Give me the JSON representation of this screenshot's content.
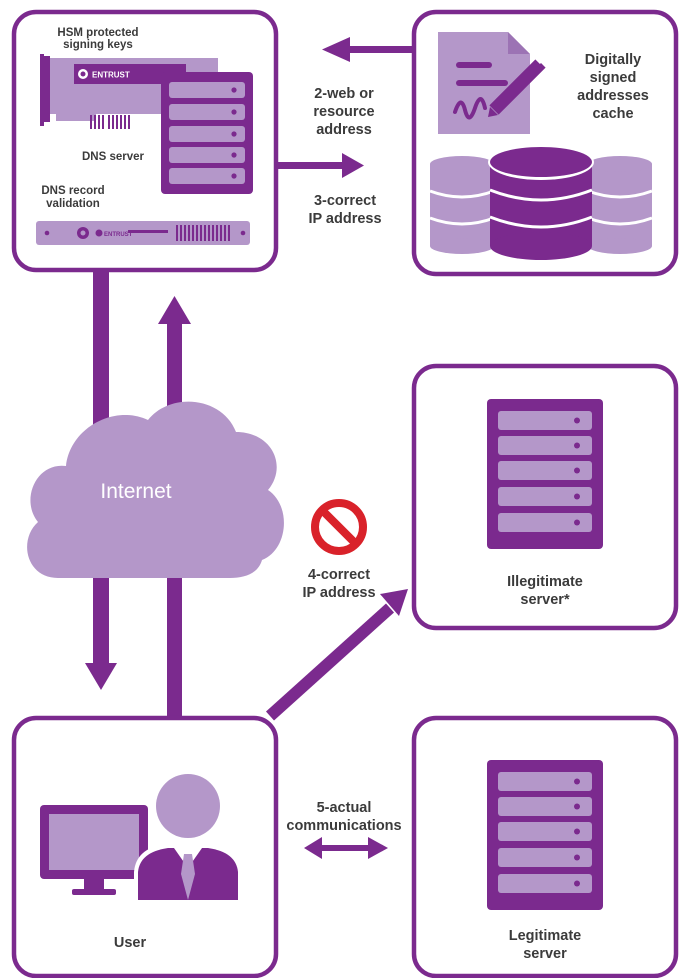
{
  "dns_box": {
    "hsm_label_line1": "HSM protected",
    "hsm_label_line2": "signing keys",
    "card_brand": "ENTRUST",
    "dns_server_label": "DNS server",
    "record_label_line1": "DNS record",
    "record_label_line2": "validation",
    "appliance_brand": "ENTRUST"
  },
  "cache_box": {
    "label_line1": "Digitally",
    "label_line2": "signed",
    "label_line3": "addresses",
    "label_line4": "cache"
  },
  "flows": {
    "web_address_line1": "2-web or",
    "web_address_line2": "resource",
    "web_address_line3": "address",
    "correct_ip_line1": "3-correct",
    "correct_ip_line2": "IP address",
    "correct_ip4_line1": "4-correct",
    "correct_ip4_line2": "IP address",
    "actual_comm_line1": "5-actual",
    "actual_comm_line2": "communications"
  },
  "internet_label": "Internet",
  "illegit_box": {
    "label_line1": "Illegitimate",
    "label_line2": "server*"
  },
  "legit_box": {
    "label_line1": "Legitimate",
    "label_line2": "server"
  },
  "user_box": {
    "label": "User"
  },
  "colors": {
    "purple_dark": "#7b2a8e",
    "purple_light": "#b497c9",
    "purple_mid": "#9c73b4",
    "block_red": "#d9222a"
  },
  "icons": [
    "server-rack-icon",
    "hsm-card-icon",
    "appliance-icon",
    "signed-document-icon",
    "database-icon",
    "cloud-icon",
    "no-entry-icon",
    "monitor-icon",
    "person-icon"
  ]
}
